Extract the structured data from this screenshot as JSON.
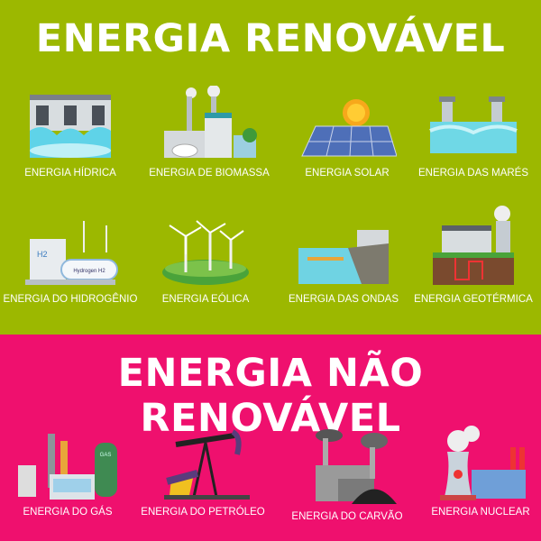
{
  "renewable": {
    "title": "ENERGIA RENOVÁVEL",
    "color": "#9cb800",
    "items": [
      {
        "label": "ENERGIA HÍDRICA",
        "icon": "hydro-dam-icon"
      },
      {
        "label": "ENERGIA DE BIOMASSA",
        "icon": "biomass-plant-icon"
      },
      {
        "label": "ENERGIA SOLAR",
        "icon": "solar-panel-icon"
      },
      {
        "label": "ENERGIA DAS MARÉS",
        "icon": "tidal-plant-icon"
      },
      {
        "label": "ENERGIA DO HIDROGÊNIO",
        "icon": "hydrogen-plant-icon",
        "tank_text": "Hydrogen H2",
        "h2": "H2"
      },
      {
        "label": "ENERGIA EÓLICA",
        "icon": "wind-turbine-icon"
      },
      {
        "label": "ENERGIA DAS ONDAS",
        "icon": "wave-plant-icon"
      },
      {
        "label": "ENERGIA GEOTÉRMICA",
        "icon": "geothermal-plant-icon"
      }
    ]
  },
  "non_renewable": {
    "title": "ENERGIA NÃO RENOVÁVEL",
    "color": "#ef106e",
    "items": [
      {
        "label": "ENERGIA DO GÁS",
        "icon": "gas-plant-icon",
        "tank_text": "GAS"
      },
      {
        "label": "ENERGIA DO PETRÓLEO",
        "icon": "oil-pump-icon"
      },
      {
        "label": "ENERGIA DO CARVÃO",
        "icon": "coal-plant-icon"
      },
      {
        "label": "ENERGIA NUCLEAR",
        "icon": "nuclear-plant-icon"
      }
    ]
  }
}
